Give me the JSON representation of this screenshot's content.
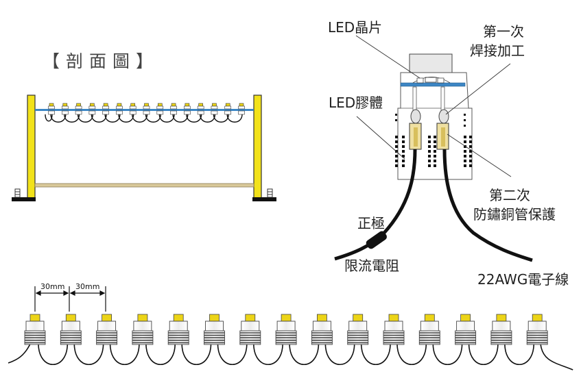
{
  "section_title": "【剖面圖】",
  "labels": {
    "led_chip": "LED晶片",
    "solder_line1": "第一次",
    "solder_line2": "焊接加工",
    "led_glue": "LED膠體",
    "copper_line1": "第二次",
    "copper_line2": "防鏽銅管保護",
    "positive": "正極",
    "resistor": "限流電阻",
    "wire": "22AWG電子線"
  },
  "spacing": {
    "first": "30mm",
    "second": "30mm"
  },
  "colors": {
    "frame_yellow": "#f2e21a",
    "led_yellow": "#ecd417",
    "pcb_blue": "#3c86c4",
    "rod_tan": "#d9c99a",
    "wire_black": "#111111"
  },
  "counts": {
    "top_left_leds": 15,
    "bottom_leds": 15
  }
}
